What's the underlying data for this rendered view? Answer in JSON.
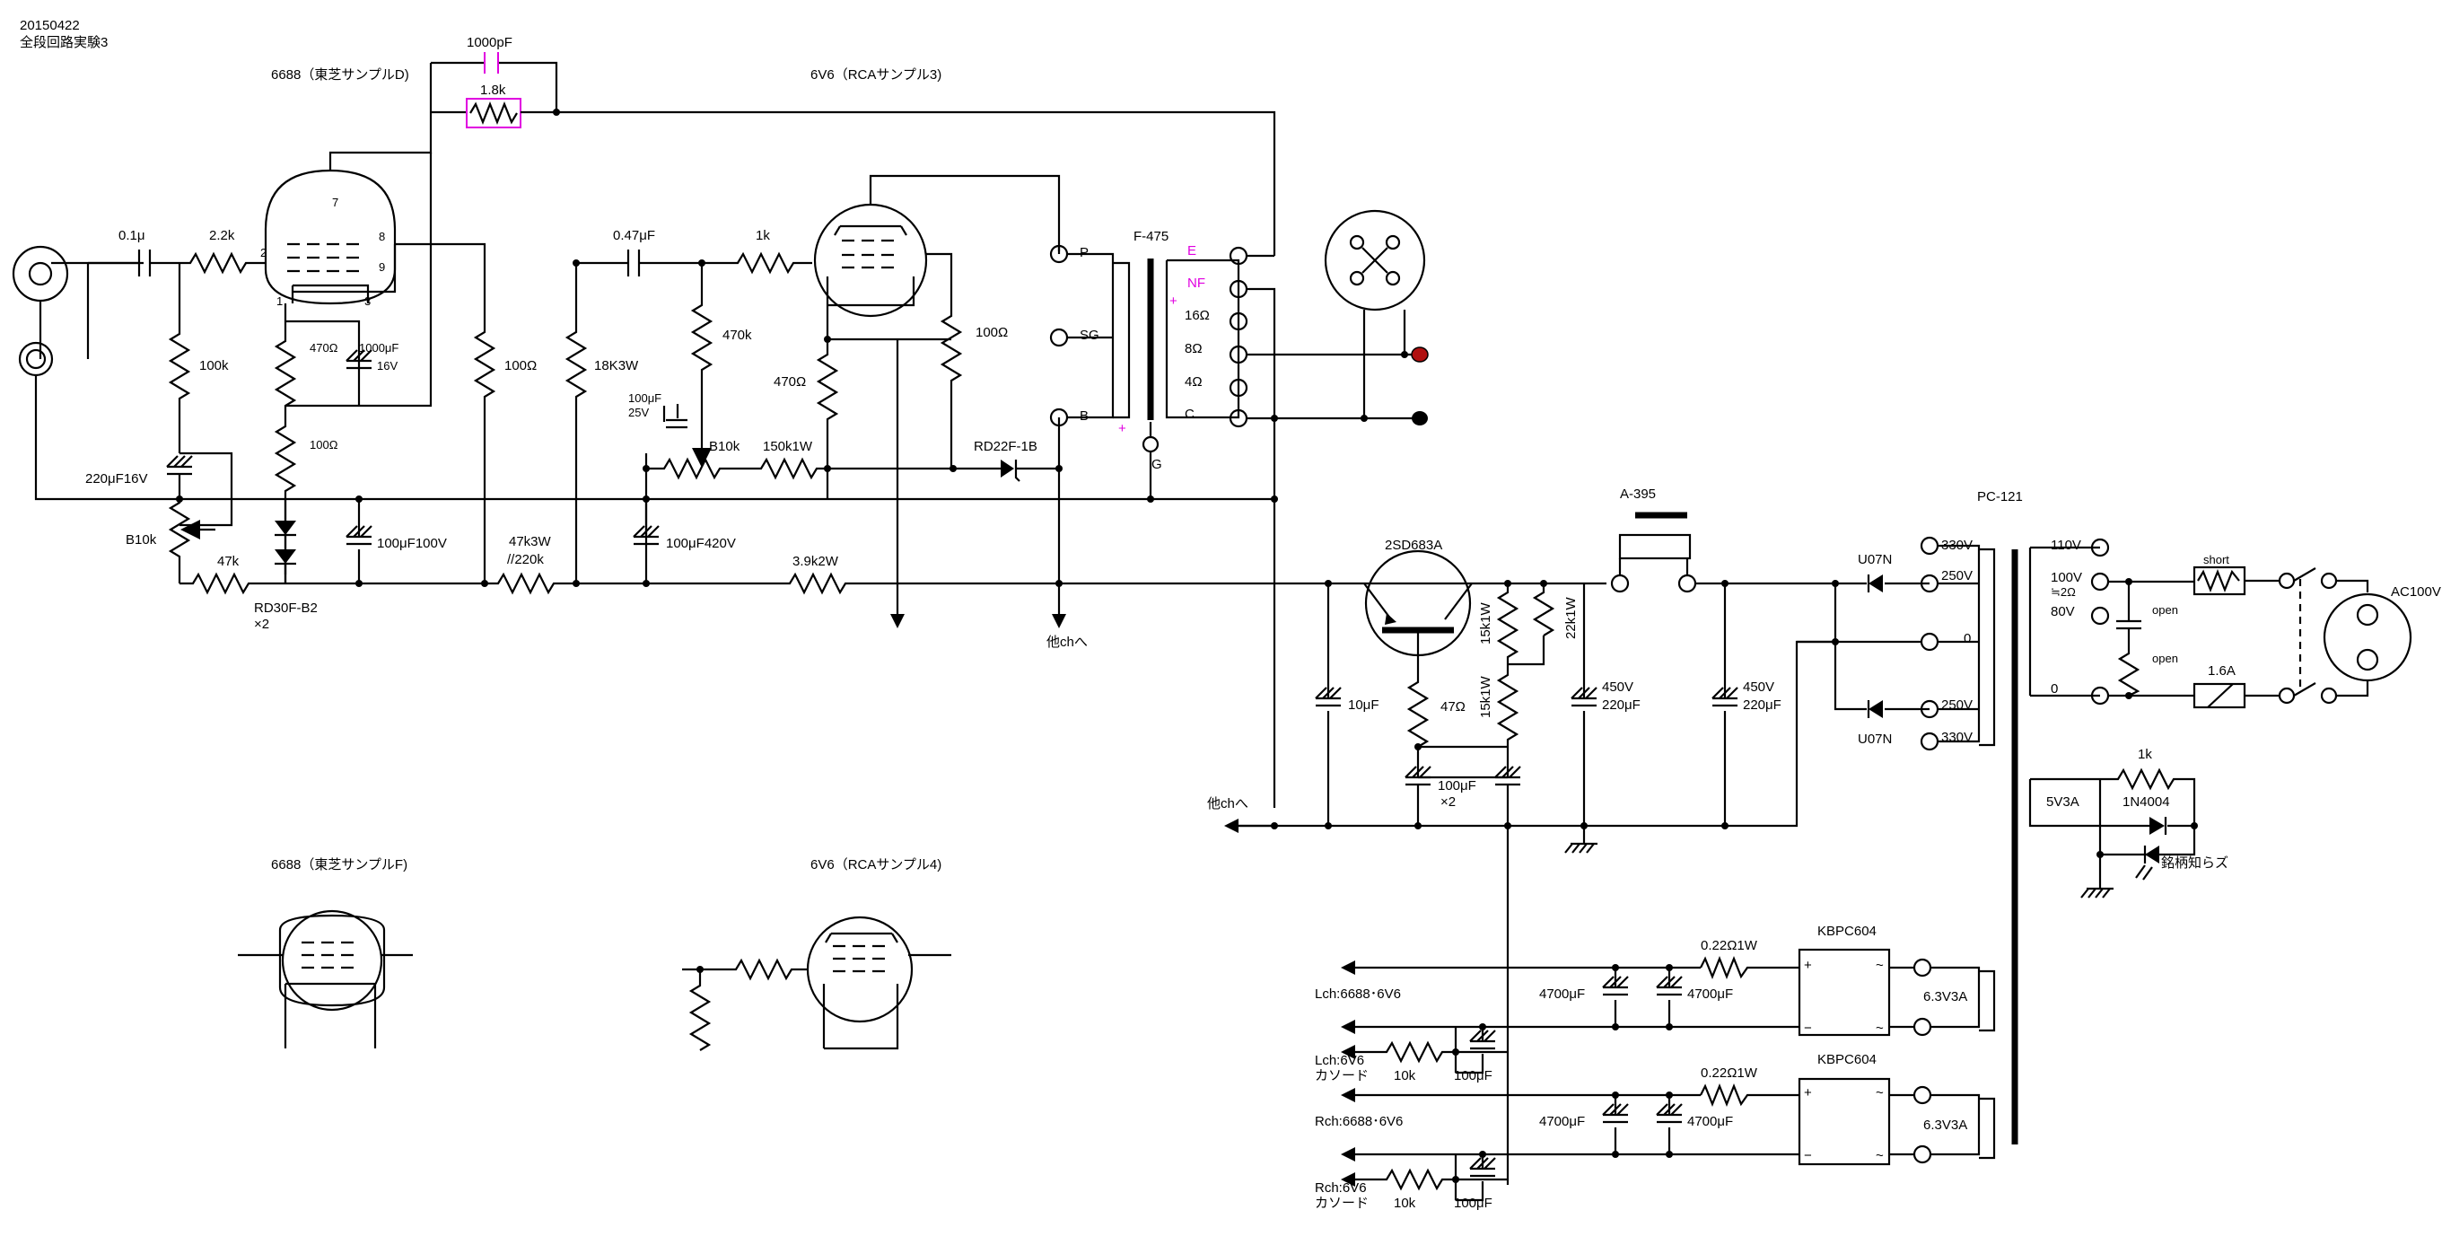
{
  "header": {
    "date": "20150422",
    "title": "全段回路実験3"
  },
  "tubes": {
    "v1": "6688（東芝サンプルD)",
    "v2": "6V6（RCAサンプル3)",
    "v3": "6688（東芝サンプルF)",
    "v4": "6V6（RCAサンプル4)"
  },
  "pins": {
    "p7": "7",
    "p2": "2",
    "p8": "8",
    "p9": "9",
    "p1": "1",
    "p3": "3"
  },
  "feedback": {
    "cap": "1000pF",
    "res": "1.8k"
  },
  "driver": {
    "c_in": "0.1μ",
    "r_grid": "2.2k",
    "r_gleak": "100k",
    "r_k1": "470Ω",
    "c_k": "1000μF",
    "c_k_v": "16V",
    "r_k2": "100Ω",
    "c_bias": "220μF16V",
    "vr": "B10k",
    "r47k": "47k",
    "diode": "RD30F-B2",
    "diode_x2": "×2",
    "c_bypass": "100μF100V",
    "r_load": "100Ω",
    "r_18k": "18K3W",
    "r_drop1": "47k3W",
    "r_drop2": "//220k"
  },
  "output": {
    "c_couple": "0.47μF",
    "r_grid": "1k",
    "r_gleak": "470k",
    "c_25v1": "100μF",
    "c_25v2": "25V",
    "vr": "B10k",
    "r_150k": "150k1W",
    "r_k": "470Ω",
    "r_sg": "100Ω",
    "zener": "RD22F-1B",
    "c_420": "100μF420V",
    "r_39k": "3.9k2W",
    "to_other_ch": "他chへ"
  },
  "transformer": {
    "name": "F-475",
    "p": "P",
    "sg": "SG",
    "b": "B",
    "g": "G",
    "e": "E",
    "nf": "NF",
    "t16": "16Ω",
    "t8": "8Ω",
    "t4": "4Ω",
    "c": "C",
    "plus": "+"
  },
  "psu": {
    "transistor": "2SD683A",
    "choke": "A-395",
    "c10": "10μF",
    "r47": "47Ω",
    "r15a": "15k1W",
    "r15b": "15k1W",
    "r22": "22k1W",
    "c100": "100μF",
    "c100x": "×2",
    "c450a": "450V",
    "c450a2": "220μF",
    "c450b": "450V",
    "c450b2": "220μF",
    "diode_top": "U07N",
    "diode_bot": "U07N",
    "other_ch": "他chへ",
    "pt": "PC-121",
    "t330a": "330V",
    "t250a": "250V",
    "t0": "0",
    "t250b": "250V",
    "t330b": "330V",
    "t110": "110V",
    "t100": "100V",
    "t2ohm": "≒2Ω",
    "t80": "80V",
    "t0p": "0",
    "short": "short",
    "open1": "open",
    "open2": "open",
    "fuse": "1.6A",
    "ac": "AC100V",
    "t5v3a": "5V3A",
    "r1k": "1k",
    "d1n": "1N4004",
    "led": "銘柄知らズ"
  },
  "heater": {
    "bridge1": "KBPC604",
    "bridge2": "KBPC604",
    "r022a": "0.22Ω1W",
    "r022b": "0.22Ω1W",
    "c4700a": "4700μF",
    "c4700b": "4700μF",
    "c4700c": "4700μF",
    "c4700d": "4700μF",
    "v63a": "6.3V3A",
    "v63b": "6.3V3A",
    "l_main": "Lch:6688･6V6",
    "l_cath1": "Lch:6V6",
    "l_cath2": "カソード",
    "r_main": "Rch:6688･6V6",
    "r_cath1": "Rch:6V6",
    "r_cath2": "カソード",
    "r10ka": "10k",
    "r10kb": "10k",
    "c100a": "100μF",
    "c100b": "100μF",
    "plus": "+",
    "minus": "−",
    "ac1": "~",
    "ac2": "~"
  }
}
